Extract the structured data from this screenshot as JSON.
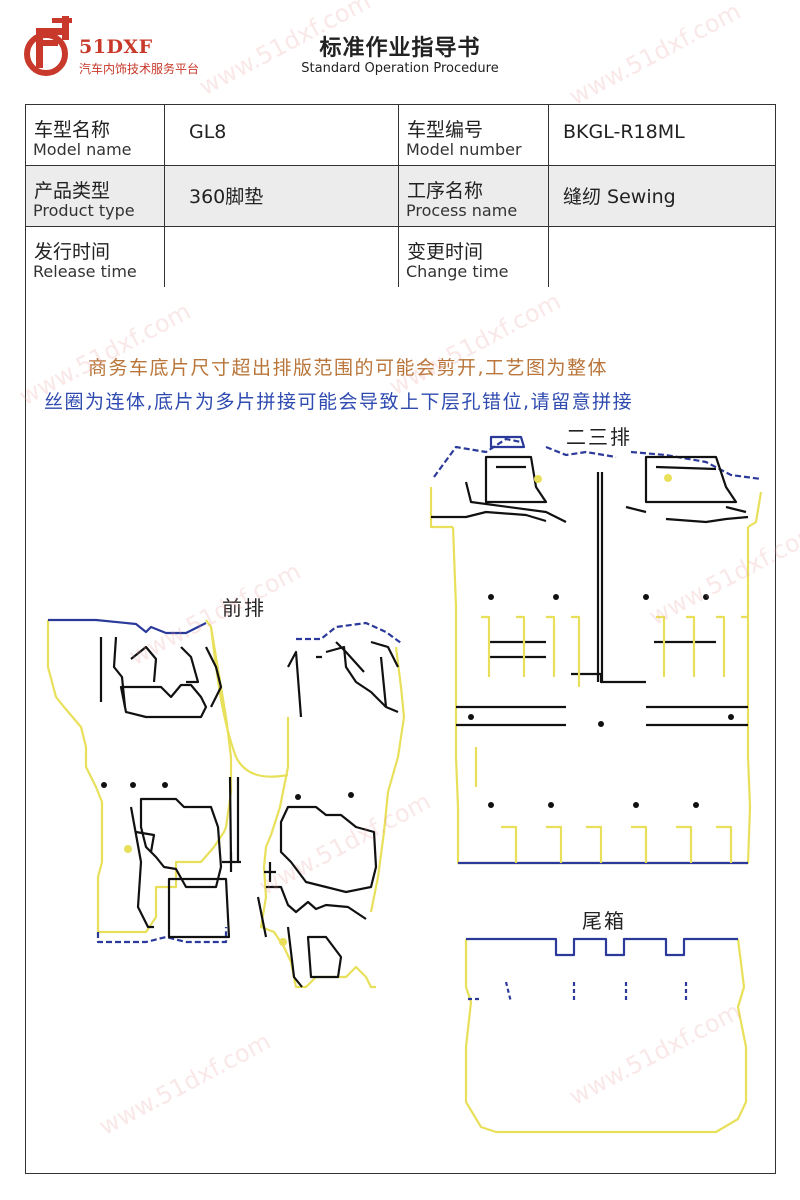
{
  "header": {
    "logo_text": "51DXF",
    "logo_subtitle": "汽车内饰技术服务平台",
    "title": "标准作业指导书",
    "subtitle": "Standard Operation Procedure"
  },
  "info": {
    "model_name_cn": "车型名称",
    "model_name_en": "Model name",
    "model_name_value": "GL8",
    "model_number_cn": "车型编号",
    "model_number_en": "Model number",
    "model_number_value": "BKGL-R18ML",
    "product_type_cn": "产品类型",
    "product_type_en": "Product type",
    "product_type_value": "360脚垫",
    "process_name_cn": "工序名称",
    "process_name_en": "Process name",
    "process_name_value": "缝纫 Sewing",
    "release_time_cn": "发行时间",
    "release_time_en": "Release time",
    "release_time_value": "",
    "change_time_cn": "变更时间",
    "change_time_en": "Change time",
    "change_time_value": ""
  },
  "drawing": {
    "note_line_1": "商务车底片尺寸超出排版范围的可能会剪开,工艺图为整体",
    "note_line_2": "丝圈为连体,底片为多片拼接可能会导致上下层孔错位,请留意拼接",
    "front_row_label": "前排",
    "second_third_row_label": "二三排",
    "trunk_label": "尾箱"
  },
  "watermark_text": "www.51dxf.com",
  "colors": {
    "brand": "#c8392b",
    "note_orange": "#b9753a",
    "note_blue": "#2f4bb0",
    "outline_yellow": "#e8e05a",
    "outline_blue": "#2b3a9a",
    "outline_black": "#111111",
    "table_shade": "#ececec"
  }
}
